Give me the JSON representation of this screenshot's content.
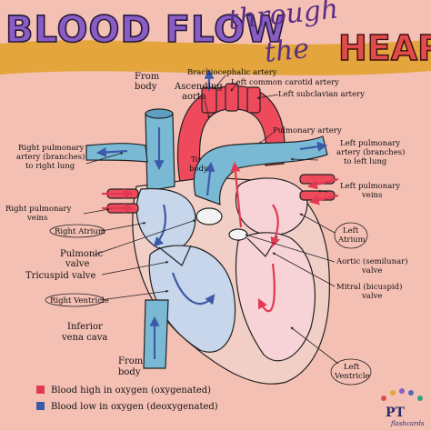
{
  "title": {
    "part1": "BLOOD FLOW",
    "part2": "through",
    "part3": "the",
    "part4": "HEART"
  },
  "colors": {
    "background": "#f5c0b4",
    "banner": "#e3a53c",
    "oxygenated": "#ee4a5c",
    "deoxygenated": "#4f6db8",
    "vessel_blue": "#7ab9d4",
    "title_purple": "#8a5cc4"
  },
  "labels": {
    "from_body_top": [
      "From",
      "body"
    ],
    "ascending_aorta": [
      "Ascending",
      "aorta"
    ],
    "brachiocephalic": "Brachiocephalic artery",
    "left_common_carotid": "Left common carotid artery",
    "left_subclavian": "Left subclavian artery",
    "pulmonary_artery": "Pulmonary artery",
    "right_pulmonary_artery": [
      "Right pulmonary",
      "artery (branches)",
      "to right lung"
    ],
    "left_pulmonary_artery": [
      "Left pulmonary",
      "artery (branches)",
      "to left lung"
    ],
    "to_body": [
      "To",
      "body"
    ],
    "right_pulmonary_veins": [
      "Right pulmonary",
      "veins"
    ],
    "left_pulmonary_veins": [
      "Left pulmonary",
      "veins"
    ],
    "right_atrium": "Right Atrium",
    "left_atrium": [
      "Left",
      "Atrium"
    ],
    "pulmonic_valve": [
      "Pulmonic",
      "valve"
    ],
    "aortic_valve": [
      "Aortic (semilunar)",
      "valve"
    ],
    "tricuspid_valve": "Tricuspid valve",
    "mitral_valve": [
      "Mitral (bicuspid)",
      "valve"
    ],
    "right_ventricle": "Right Ventricle",
    "inferior_vena_cava": [
      "Inferior",
      "vena cava"
    ],
    "left_ventricle": [
      "Left",
      "Ventricle"
    ],
    "from_body_bottom": [
      "From",
      "body"
    ]
  },
  "legend": [
    {
      "color": "#e23a52",
      "text": "Blood high in oxygen (oxygenated)"
    },
    {
      "color": "#3d5aa8",
      "text": "Blood low in oxygen (deoxygenated)"
    }
  ],
  "logo": {
    "main": "PT",
    "sub": "flashcards"
  }
}
